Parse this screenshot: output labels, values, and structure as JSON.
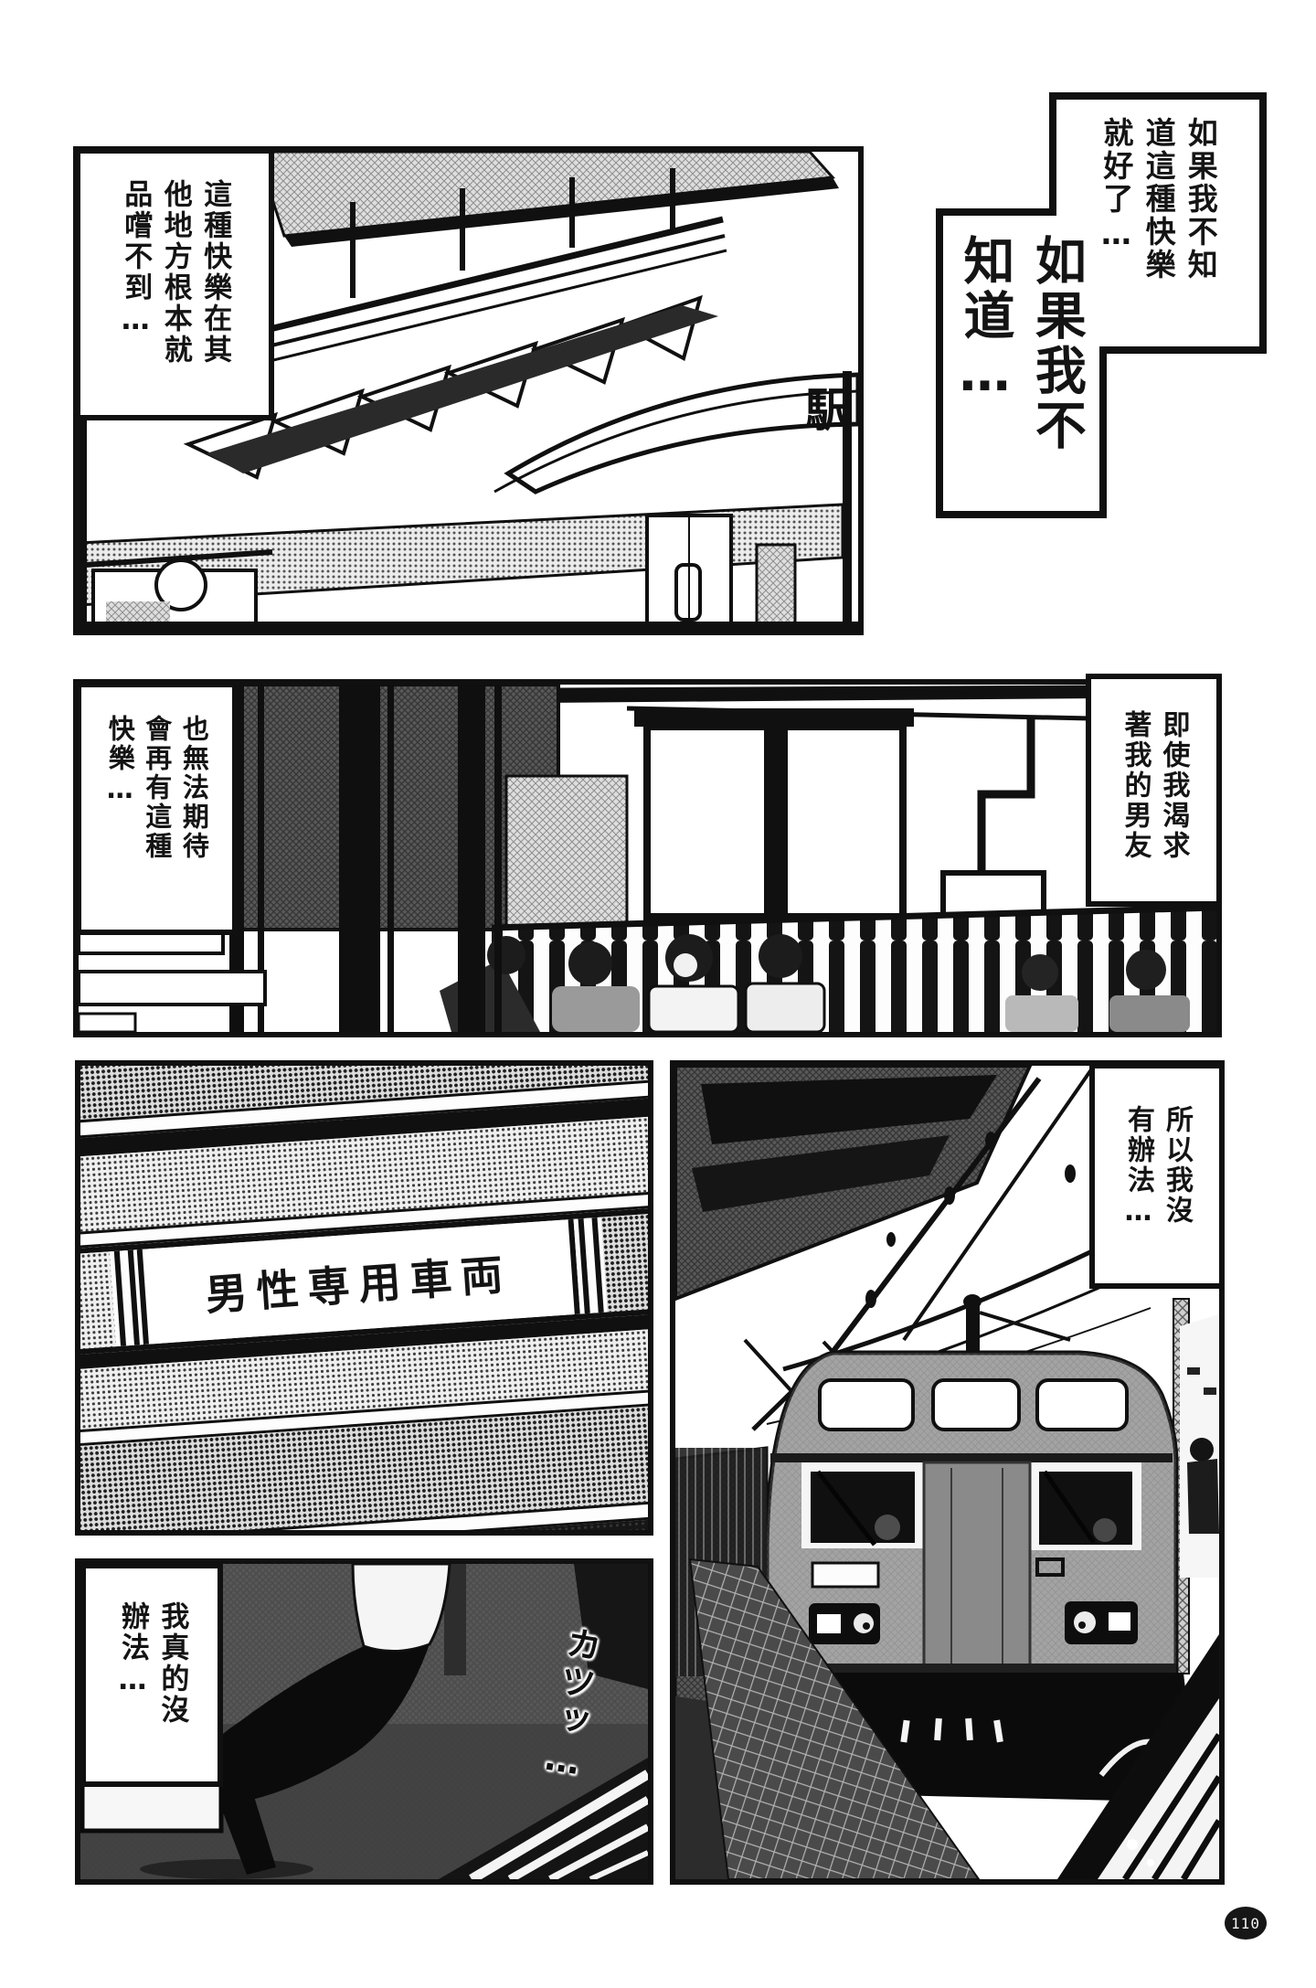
{
  "page": {
    "number": "110"
  },
  "narration": {
    "monologue_small": "如果我不知道這種快樂就好了…",
    "monologue_large": "如果我不知道…",
    "panel1_caption": "這種快樂在其他地方根本就品嚐不到…",
    "panel2_caption_right": "即使我渴求著我的男友",
    "panel2_caption_left": "也無法期待會再有這種快樂…",
    "panel4_caption": "所以我沒有辦法…",
    "panel5_caption": "我真的沒辦法…"
  },
  "signs": {
    "train_side_sign": "男性専用車両",
    "station_sign": "駅"
  },
  "sfx": {
    "heel_click": "カツッ…"
  },
  "colors": {
    "paper": "#ffffff",
    "ink": "#101010",
    "train_gray": "#969696"
  }
}
